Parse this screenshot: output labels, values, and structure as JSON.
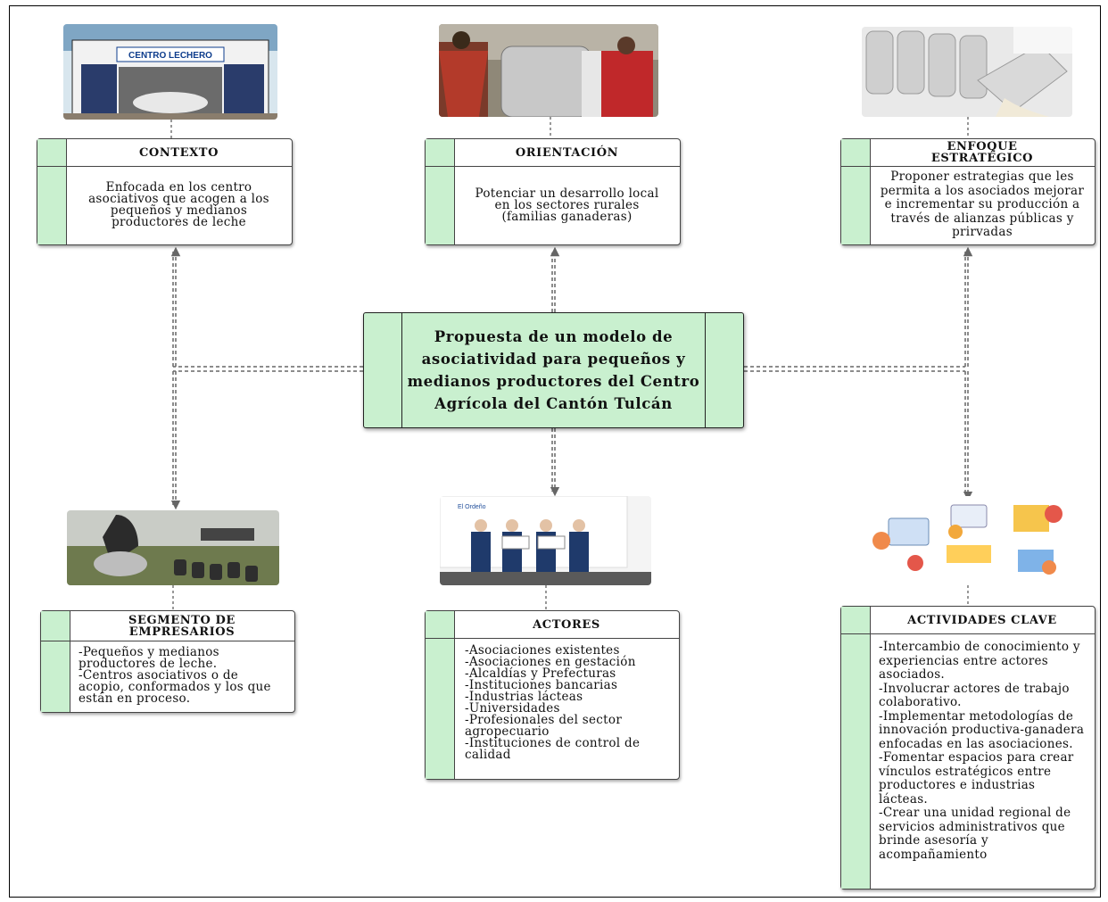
{
  "center": {
    "title": "Propuesta de un modelo de asociatividad para pequeños y medianos productores del Centro Agrícola del Cantón Tulcán"
  },
  "top": [
    {
      "id": "contexto",
      "heading": "CONTEXTO",
      "body": "Enfocada en los centro asociativos que acogen a los pequeños y medianos productores de leche"
    },
    {
      "id": "orientacion",
      "heading": "ORIENTACIÓN",
      "body": "Potenciar un desarrollo local en los sectores rurales (familias ganaderas)"
    },
    {
      "id": "enfoque",
      "heading": "ENFOQUE ESTRATÉGICO",
      "body": "Proponer estrategias que les permita a los asociados mejorar e incrementar su producción a través de alianzas públicas y prirvadas"
    }
  ],
  "bottom": [
    {
      "id": "segmento",
      "heading": "SEGMENTO DE EMPRESARIOS",
      "items": [
        "-Pequeños y medianos productores de leche.",
        "-Centros asociativos o de acopio, conformados y los que están en proceso."
      ]
    },
    {
      "id": "actores",
      "heading": "ACTORES",
      "items": [
        "-Asociaciones existentes",
        "-Asociaciones en gestación",
        "-Alcaldías y Prefecturas",
        "-Instituciones bancarias",
        "-Industrias lácteas",
        "-Universidades",
        "-Profesionales del sector agropecuario",
        "-Instituciones de control de calidad"
      ]
    },
    {
      "id": "actividades",
      "heading": "ACTIVIDADES CLAVE",
      "items": [
        "-Intercambio de conocimiento y experiencias entre actores asociados.",
        "-Involucrar actores de trabajo colaborativo.",
        "-Implementar metodologías de innovación productiva-ganadera enfocadas en las asociaciones.",
        "-Fomentar espacios para crear vínculos estratégicos entre productores e industrias lácteas.",
        "-Crear una unidad regional de servicios administrativos que brinde asesoría y acompañamiento"
      ]
    }
  ],
  "photos": {
    "centro_lechero_sign": "CENTRO LECHERO",
    "event_banner_text": "El Ordeño"
  },
  "colors": {
    "accent_green": "#c9f0cf",
    "border": "#444444"
  }
}
